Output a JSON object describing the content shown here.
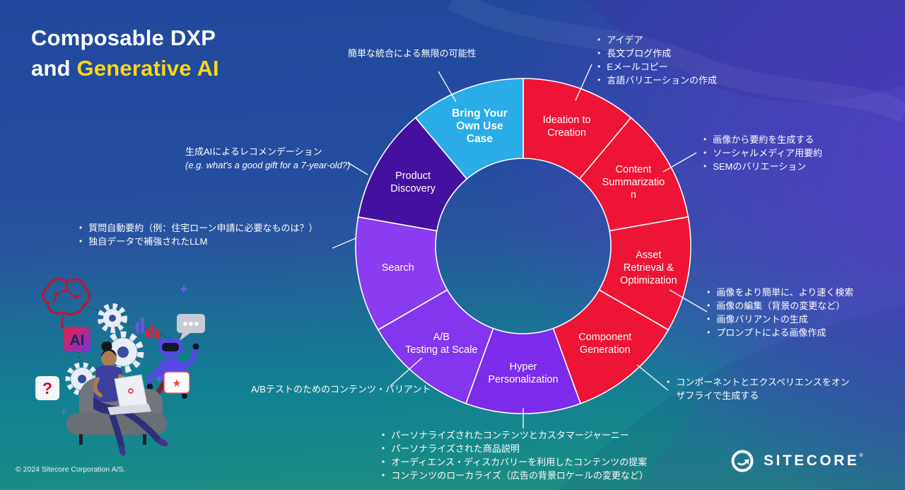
{
  "slide": {
    "title": {
      "line1": "Composable DXP",
      "line2_prefix": "and ",
      "line2_highlight": "Generative AI",
      "highlight_color": "#F7D917"
    },
    "footer": {
      "copyright": "© 2024 Sitecore Corporation A/S.",
      "brand": "SITECORE",
      "brand_mark": "®"
    }
  },
  "wheel": {
    "type": "donut-diagram",
    "segments": [
      {
        "id": "ideation-to-creation",
        "label": "Ideation to Creation",
        "lines": [
          "Ideation to",
          "Creation"
        ],
        "color": "#EE1436",
        "bold": false
      },
      {
        "id": "content-summarization",
        "label": "Content Summarization",
        "lines": [
          "Content",
          "Summarizatio",
          "n"
        ],
        "color": "#EE1436",
        "bold": false
      },
      {
        "id": "asset-retrieval-optimization",
        "label": "Asset Retrieval & Optimization",
        "lines": [
          "Asset",
          "Retrieval &",
          "Optimization"
        ],
        "color": "#EE1436",
        "bold": false
      },
      {
        "id": "component-generation",
        "label": "Component Generation",
        "lines": [
          "Component",
          "Generation"
        ],
        "color": "#EE1436",
        "bold": false
      },
      {
        "id": "hyper-personalization",
        "label": "Hyper Personalization",
        "lines": [
          "Hyper",
          "Personalization"
        ],
        "color": "#7D2BEA",
        "bold": false
      },
      {
        "id": "ab-testing-at-scale",
        "label": "A/B Testing at Scale",
        "lines": [
          "A/B",
          "Testing at Scale"
        ],
        "color": "#8336EE",
        "bold": false
      },
      {
        "id": "search",
        "label": "Search",
        "lines": [
          "Search"
        ],
        "color": "#8B3BF0",
        "bold": false
      },
      {
        "id": "product-discovery",
        "label": "Product Discovery",
        "lines": [
          "Product",
          "Discovery"
        ],
        "color": "#44109F",
        "bold": false
      },
      {
        "id": "bring-your-own-use-case",
        "label": "Bring Your Own Use Case",
        "lines": [
          "Bring Your",
          "Own Use",
          "Case"
        ],
        "color": "#2AACE9",
        "bold": true
      }
    ]
  },
  "annotations": {
    "bring_your_own": {
      "text": "簡単な統合による無限の可能性"
    },
    "ideation": {
      "bullets": [
        "アイデア",
        "長文ブログ作成",
        "Eメールコピー",
        "言語バリエーションの作成"
      ]
    },
    "content_summarization": {
      "bullets": [
        "画像から要約を生成する",
        "ソーシャルメディア用要約",
        "SEMのバリエーション"
      ]
    },
    "asset_retrieval": {
      "bullets": [
        "画像をより簡単に、より速く検索",
        "画像の編集（背景の変更など）",
        "画像バリアントの生成",
        "プロンプトによる画像作成"
      ]
    },
    "component_generation": {
      "bullets": [
        "コンポーネントとエクスペリエンスをオンザフライで生成する"
      ]
    },
    "hyper_personalization": {
      "bullets": [
        "パーソナライズされたコンテンツとカスタマージャーニー",
        "パーソナライズされた商品説明",
        "オーディエンス・ディスカバリーを利用したコンテンツの提案",
        "コンテンツのローカライズ（広告の背景ロケールの変更など）"
      ]
    },
    "ab_testing": {
      "text": "A/Bテストのためのコンテンツ・バリアント"
    },
    "search": {
      "bullets": [
        "質問自動要約（例：住宅ローン申請に必要なものは？）",
        "独自データで補強されたLLM"
      ]
    },
    "product_discovery": {
      "line1": "生成AIによるレコメンデーション",
      "line2": "(e.g. what's a good gift for a 7-year-old?)"
    }
  },
  "illustration": {
    "ai_label": "AI",
    "question_mark": "?",
    "star": "★"
  }
}
